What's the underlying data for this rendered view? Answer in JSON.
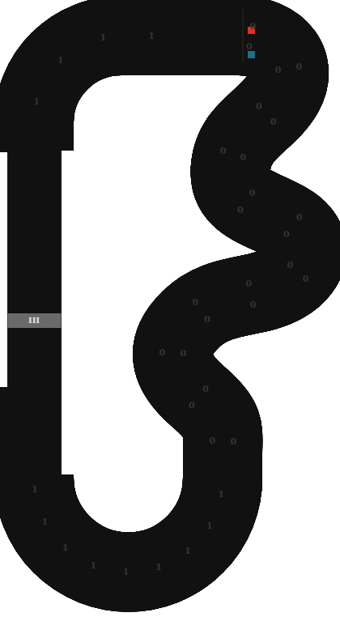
{
  "diagram": {
    "labels": [
      "1",
      "1",
      "1",
      "1",
      "0",
      "0",
      "0",
      "0",
      "0",
      "0",
      "0",
      "0",
      "0",
      "0",
      "0",
      "0",
      "0",
      "0",
      "0",
      "0",
      "0",
      "0",
      "0",
      "0",
      "0",
      "0",
      "0",
      "0",
      "1",
      "1",
      "1",
      "1",
      "1",
      "1",
      "1",
      "1",
      "1",
      "III"
    ]
  }
}
